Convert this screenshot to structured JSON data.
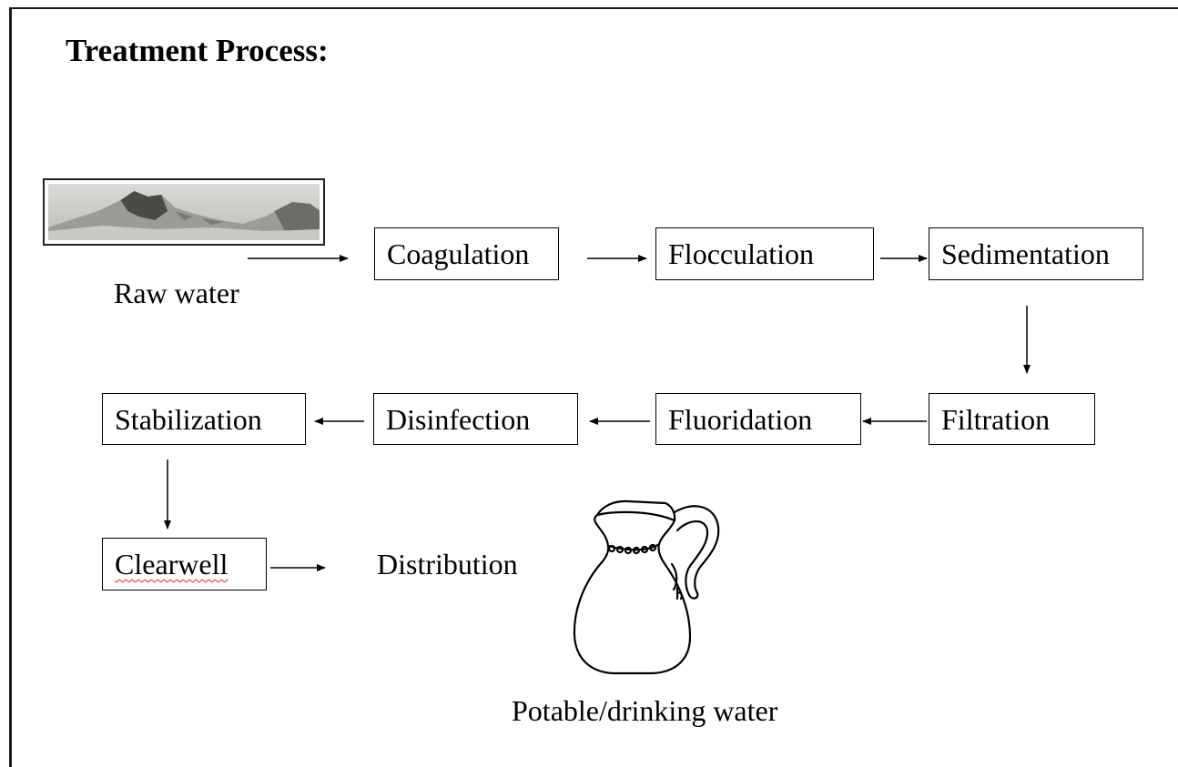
{
  "title": "Treatment Process:",
  "steps": {
    "coagulation": "Coagulation",
    "flocculation": "Flocculation",
    "sedimentation": "Sedimentation",
    "filtration": "Filtration",
    "fluoridation": "Fluoridation",
    "disinfection": "Disinfection",
    "stabilization": "Stabilization",
    "clearwell": "Clearwell"
  },
  "labels": {
    "raw_water": "Raw water",
    "distribution": "Distribution",
    "potable": "Potable/drinking water"
  },
  "icons": {
    "raw_water_image": "mountain-landscape-image",
    "pitcher": "water-pitcher-icon"
  }
}
